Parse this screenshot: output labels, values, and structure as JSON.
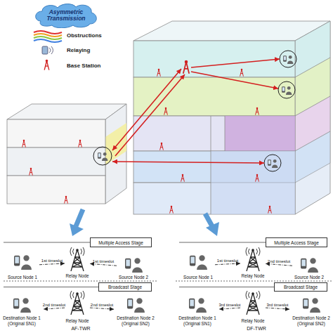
{
  "diagram": {
    "nodes": [
      {
        "text": [
          "Asymmetric Transmission"
        ]
      },
      {
        "text": [
          "Multiple Access Stage"
        ]
      },
      {
        "text": [
          "Source Node 1"
        ]
      },
      {
        "text": [
          "Relay Node"
        ]
      },
      {
        "text": [
          "Source Node 2"
        ]
      },
      {
        "text": [
          "Broadcast Stage"
        ]
      },
      {
        "text": [
          "Destination Node 1",
          "(Original SN1)"
        ]
      },
      {
        "text": [
          "Relay Node"
        ]
      },
      {
        "text": [
          "Destination Node 2",
          "(Original SN2)"
        ]
      },
      {
        "text": [
          "Multiple Access Stage"
        ]
      },
      {
        "text": [
          "Source Node 1"
        ]
      },
      {
        "text": [
          "Relay Node"
        ]
      },
      {
        "text": [
          "Source Node 2"
        ]
      },
      {
        "text": [
          "Broadcast Stage"
        ]
      },
      {
        "text": [
          "Destination Node 1",
          "(Original SN1)"
        ]
      },
      {
        "text": [
          "Relay Node"
        ]
      },
      {
        "text": [
          "Destination Node 2",
          "(Original SN2)"
        ]
      }
    ],
    "edges": [
      {
        "from": 2,
        "to": 3,
        "arrow": "to",
        "label": "1st timeslot"
      },
      {
        "from": 4,
        "to": 3,
        "arrow": "to",
        "label": "1st timeslot"
      },
      {
        "from": 7,
        "to": 6,
        "arrow": "to",
        "label": "2nd timeslot"
      },
      {
        "from": 7,
        "to": 8,
        "arrow": "to",
        "label": "2nd timeslot"
      },
      {
        "from": 10,
        "to": 11,
        "arrow": "to",
        "label": "1st timeslot"
      },
      {
        "from": 12,
        "to": 11,
        "arrow": "to",
        "label": "2nd timeslot"
      },
      {
        "from": 15,
        "to": 14,
        "arrow": "to",
        "label": "3rd timeslot"
      },
      {
        "from": 15,
        "to": 16,
        "arrow": "to",
        "label": "3rd timeslot"
      }
    ],
    "labels": [
      "AF-TWR",
      "DF-TWR"
    ],
    "legend": [
      {
        "text": "Obstructions"
      },
      {
        "text": "Relaying"
      },
      {
        "text": "Base Station"
      }
    ]
  }
}
